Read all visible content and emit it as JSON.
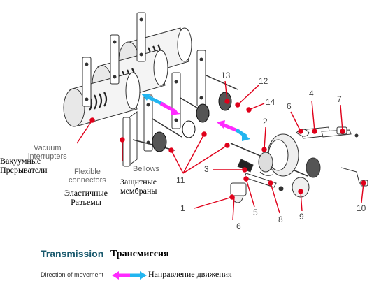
{
  "labels": {
    "vacuum_en": "Vacuum\ninterrupters",
    "vacuum_ru": "Вакуумные\nПрерыватели",
    "flexible_en": "Flexible\nconnectors",
    "flexible_ru": "Эластичные\nРазъемы",
    "bellows_en": "Bellows",
    "bellows_ru": "Защитные\nмембраны"
  },
  "part_numbers": [
    "1",
    "2",
    "3",
    "4",
    "5",
    "6",
    "6",
    "7",
    "8",
    "9",
    "10",
    "11",
    "12",
    "13",
    "14"
  ],
  "legend": {
    "transmission_en": "Transmission",
    "transmission_ru": "Трансмиссия",
    "direction_en": "Direction of movement",
    "direction_ru": "Направление движения"
  },
  "colors": {
    "pointer": "#e0001a",
    "arrow_magenta": "#ff2aff",
    "arrow_cyan": "#22b5f0",
    "line_art": "#333333",
    "title_teal": "#1a5a6e"
  }
}
